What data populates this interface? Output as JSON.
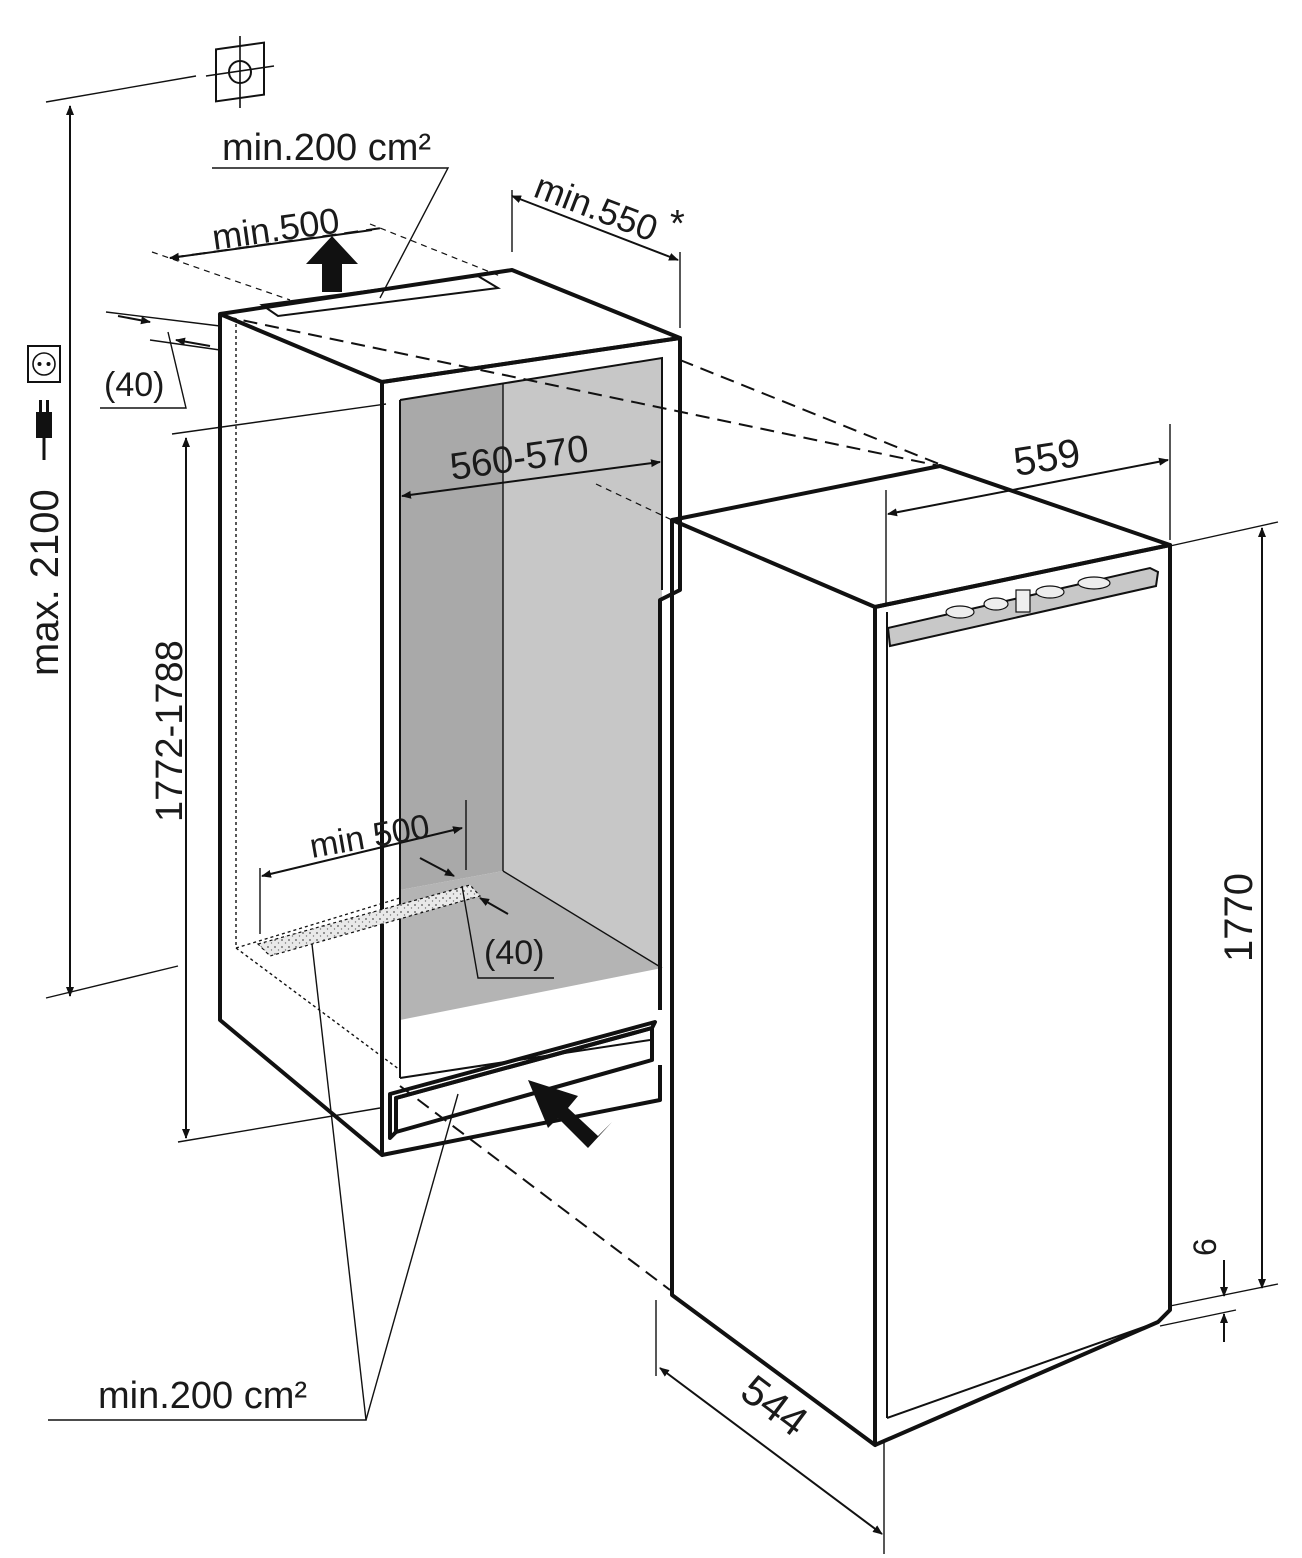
{
  "colors": {
    "ink": "#111111",
    "niche_back": "#a8a8a8",
    "niche_side": "#c6c6c6",
    "vent_fill": "#e6e6e6",
    "control_panel": "#c8c8c8"
  },
  "icons": {
    "anchor": "anchor-mount-icon",
    "socket": "power-socket-icon",
    "plug": "power-plug-icon"
  },
  "labels": {
    "vent_top_area": "min.200 cm²",
    "vent_top_width": "min.500",
    "niche_depth": "min.550",
    "niche_depth_note": "*",
    "top_gap": "(40)",
    "max_height": "max. 2100",
    "niche_width": "560-570",
    "niche_height": "1772-1788",
    "vent_bottom_width": "min 500",
    "bottom_gap": "(40)",
    "vent_bottom_area": "min.200 cm²",
    "appliance_width": "559",
    "appliance_height": "1770",
    "base_offset": "6",
    "appliance_depth": "544"
  }
}
